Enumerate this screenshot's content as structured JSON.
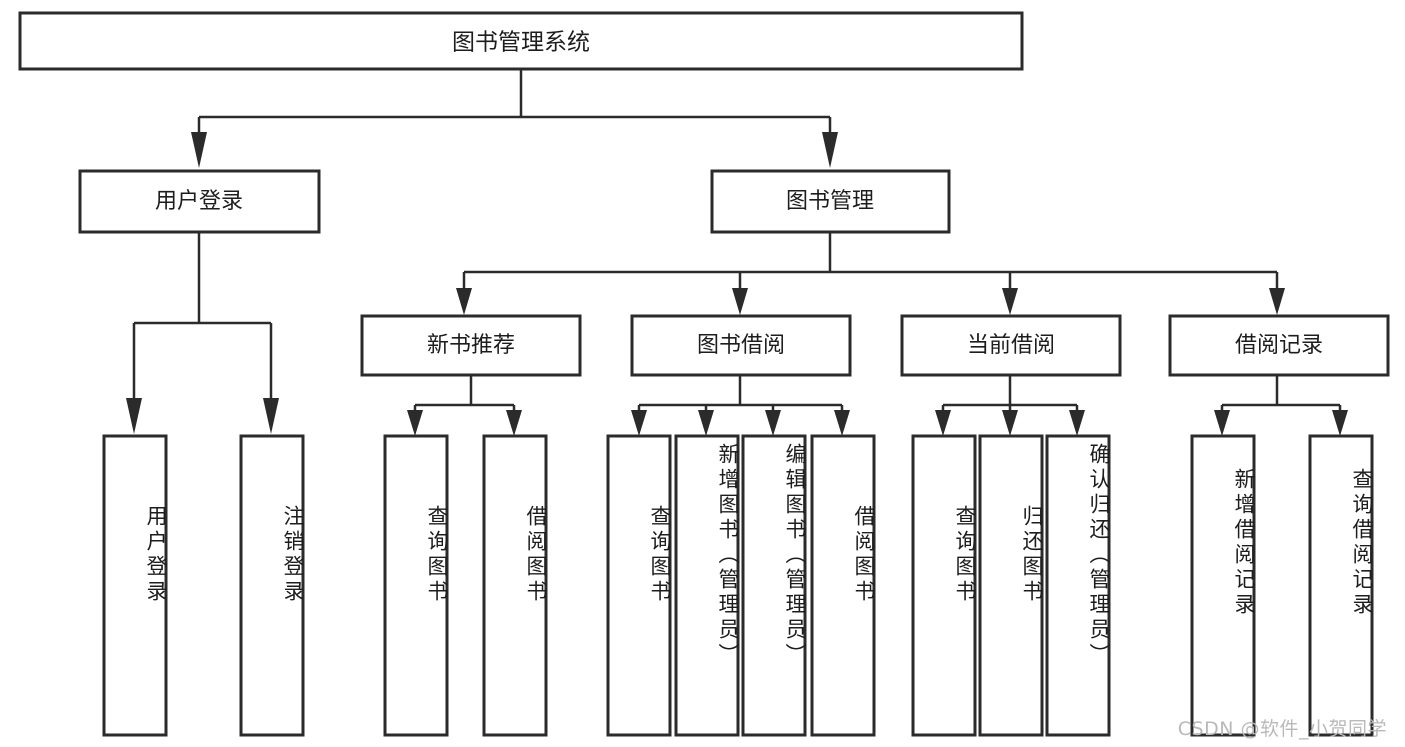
{
  "diagram": {
    "type": "tree-hierarchy-chart",
    "title": "图书管理系统",
    "background_color": "#ffffff",
    "line_color": "#2b2b2b",
    "text_color": "#1d1d1d",
    "root": {
      "label": "图书管理系统",
      "orientation": "horizontal"
    },
    "level2": [
      {
        "label": "用户登录",
        "orientation": "horizontal"
      },
      {
        "label": "图书管理",
        "orientation": "horizontal"
      }
    ],
    "level3": [
      {
        "label": "新书推荐",
        "orientation": "horizontal",
        "parent": "图书管理"
      },
      {
        "label": "图书借阅",
        "orientation": "horizontal",
        "parent": "图书管理"
      },
      {
        "label": "当前借阅",
        "orientation": "horizontal",
        "parent": "图书管理"
      },
      {
        "label": "借阅记录",
        "orientation": "horizontal",
        "parent": "图书管理"
      }
    ],
    "leaves": {
      "user_login": [
        {
          "label": "用户登录",
          "orientation": "vertical"
        },
        {
          "label": "注销登录",
          "orientation": "vertical"
        }
      ],
      "new_book_recommend": [
        {
          "label": "查询图书",
          "orientation": "vertical"
        },
        {
          "label": "借阅图书",
          "orientation": "vertical"
        }
      ],
      "book_borrow": [
        {
          "label": "查询图书",
          "orientation": "vertical"
        },
        {
          "label": "新增图书（管理员）",
          "orientation": "vertical"
        },
        {
          "label": "编辑图书（管理员）",
          "orientation": "vertical"
        },
        {
          "label": "借阅图书",
          "orientation": "vertical"
        }
      ],
      "current_borrow": [
        {
          "label": "查询图书",
          "orientation": "vertical"
        },
        {
          "label": "归还图书",
          "orientation": "vertical"
        },
        {
          "label": "确认归还（管理员）",
          "orientation": "vertical"
        }
      ],
      "borrow_record": [
        {
          "label": "新增借阅记录",
          "orientation": "vertical"
        },
        {
          "label": "查询借阅记录",
          "orientation": "vertical"
        }
      ]
    }
  },
  "watermark": {
    "text": "CSDN @软件_小贺同学"
  }
}
